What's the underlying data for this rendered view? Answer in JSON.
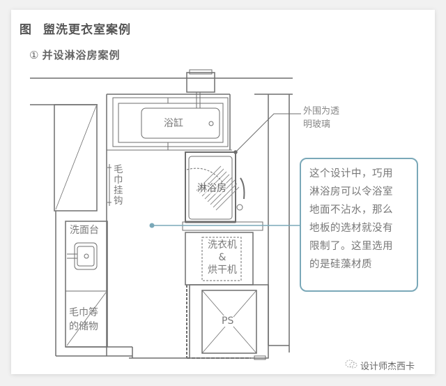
{
  "figure": {
    "prefix": "图",
    "title": "盥洗更衣室案例",
    "subtitle_number": "①",
    "subtitle": "并设淋浴房案例"
  },
  "plan_labels": {
    "bathtub": "浴缸",
    "towel_hook": "毛巾挂钩",
    "shower_room": "淋浴房",
    "washbasin": "洗面台",
    "towel_storage_line1": "毛巾等",
    "towel_storage_line2": "的储物",
    "washer_line1": "洗衣机",
    "washer_line2": "&",
    "washer_line3": "烘干机",
    "pipe_space": "PS"
  },
  "annotations": {
    "glass_note_line1": "外围为透",
    "glass_note_line2": "明玻璃",
    "callout_lines": [
      "这个设计中，巧用",
      "淋浴房可以令浴室",
      "地面不沾水，那么",
      "地板的选材就没有",
      "限制了。这里选用",
      "的是硅藻材质"
    ]
  },
  "colors": {
    "line": "#6e6e6e",
    "accent": "#7aa8b8"
  },
  "watermark": {
    "icon": "wechat-icon",
    "text": "设计师杰西卡"
  }
}
